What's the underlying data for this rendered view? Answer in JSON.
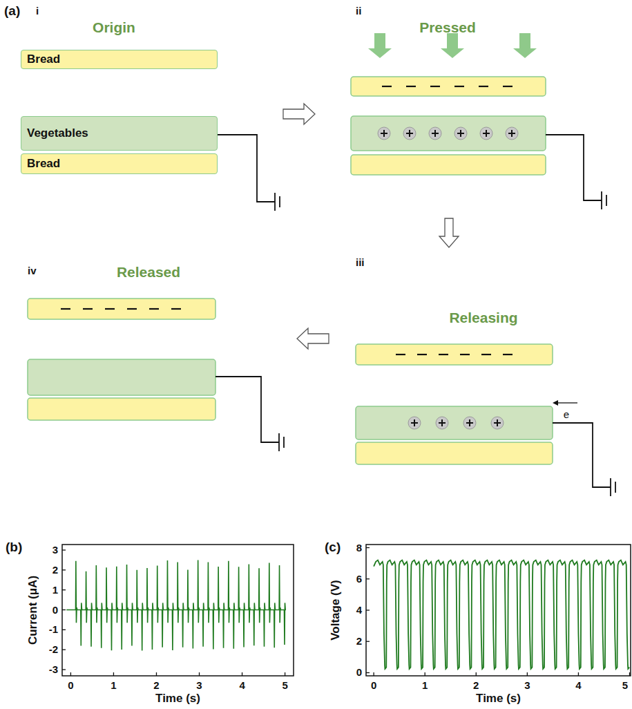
{
  "diagram": {
    "nodes": [
      {
        "text": [
          "Bread"
        ]
      },
      {
        "text": [
          "Vegetables"
        ]
      },
      {
        "text": [
          "Bread"
        ]
      }
    ],
    "labels": [
      "(a)",
      "i",
      "Origin",
      "ii",
      "Pressed",
      "iii",
      "Releasing",
      "iv",
      "Released",
      "e",
      "(b)",
      "3",
      "2",
      "1",
      "0",
      "-1",
      "-2",
      "-3",
      "0",
      "1",
      "2",
      "3",
      "4",
      "5",
      "Current (μA)",
      "Time (s)",
      "(c)",
      "8",
      "6",
      "4",
      "2",
      "0",
      "0",
      "1",
      "2",
      "3",
      "4",
      "5",
      "Voltage (V)",
      "Time (s)"
    ]
  }
}
